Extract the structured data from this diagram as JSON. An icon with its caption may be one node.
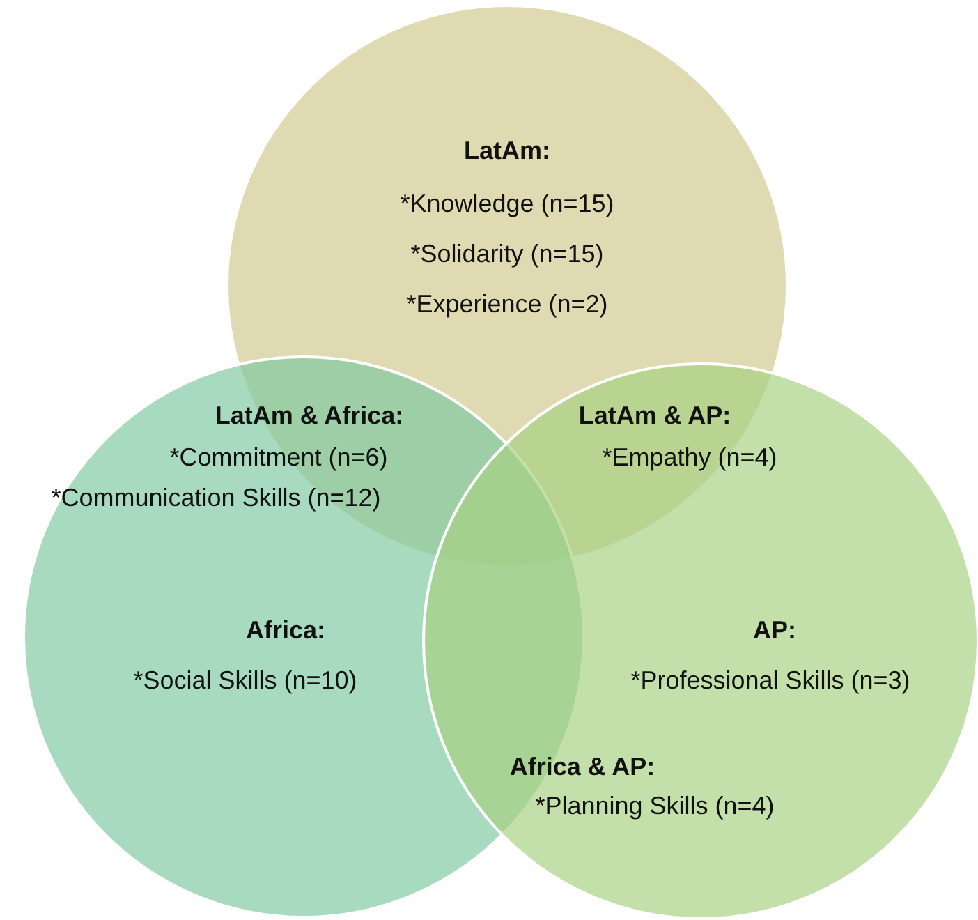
{
  "diagram": {
    "nodes": [
      {
        "text": [
          "LatAm:",
          "*Knowledge (n=15)",
          "*Solidarity (n=15)",
          "*Experience (n=2)"
        ]
      },
      {
        "text": [
          "Africa:",
          "*Social Skills (n=10)"
        ]
      },
      {
        "text": [
          "AP:",
          "*Professional Skills (n=3)"
        ]
      }
    ],
    "labels": [
      "LatAm & Africa:",
      "LatAm & AP:",
      "*Commitment (n=6)",
      "*Empathy (n=4)",
      "*Communication Skills (n=12)",
      "Africa & AP:",
      "*Planning Skills (n=4)"
    ]
  }
}
